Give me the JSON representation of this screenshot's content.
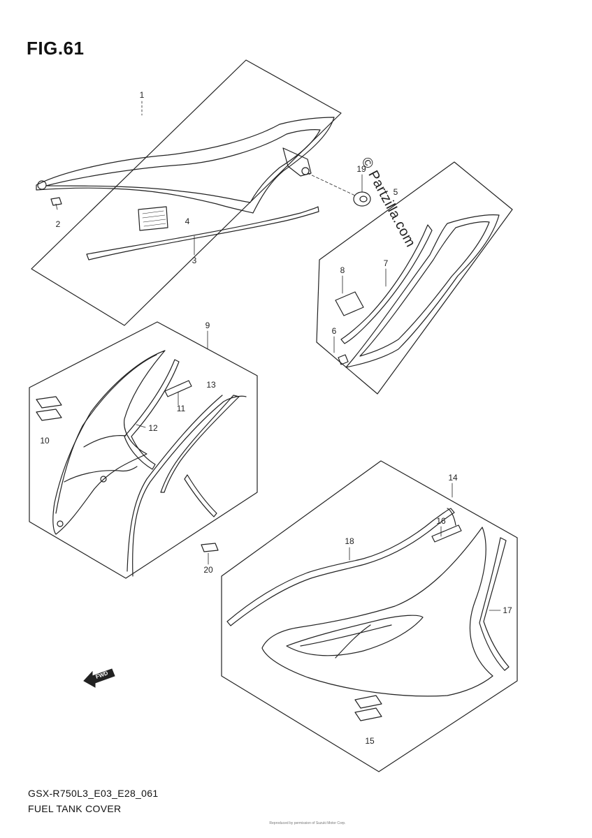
{
  "figure_title": "FIG.61",
  "watermark": "© Partzilla.com",
  "fwd_label": "FWD",
  "footer": {
    "model_code": "GSX-R750L3_E03_E28_061",
    "section_title": "FUEL TANK COVER",
    "fine_print": "Reproduced by permission of Suzuki Motor Corp."
  },
  "parts": [
    {
      "num": "1"
    },
    {
      "num": "2"
    },
    {
      "num": "3"
    },
    {
      "num": "4"
    },
    {
      "num": "5"
    },
    {
      "num": "6"
    },
    {
      "num": "7"
    },
    {
      "num": "8"
    },
    {
      "num": "9"
    },
    {
      "num": "10"
    },
    {
      "num": "11"
    },
    {
      "num": "12"
    },
    {
      "num": "13"
    },
    {
      "num": "14"
    },
    {
      "num": "15"
    },
    {
      "num": "16"
    },
    {
      "num": "17"
    },
    {
      "num": "18"
    },
    {
      "num": "19"
    },
    {
      "num": "20"
    }
  ]
}
